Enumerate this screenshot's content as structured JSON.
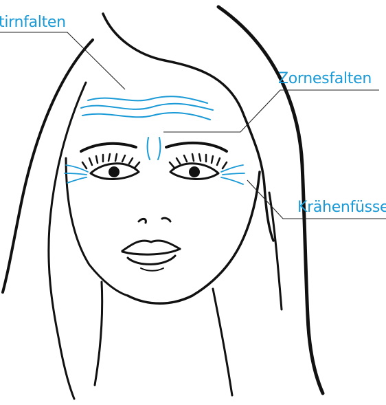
{
  "labels": {
    "forehead": "tirnfalten",
    "frown": "Zornesfalten",
    "crowsfeet": "Krähenfüsse"
  },
  "colors": {
    "accent": "#1a9ad6",
    "line": "#111111"
  }
}
